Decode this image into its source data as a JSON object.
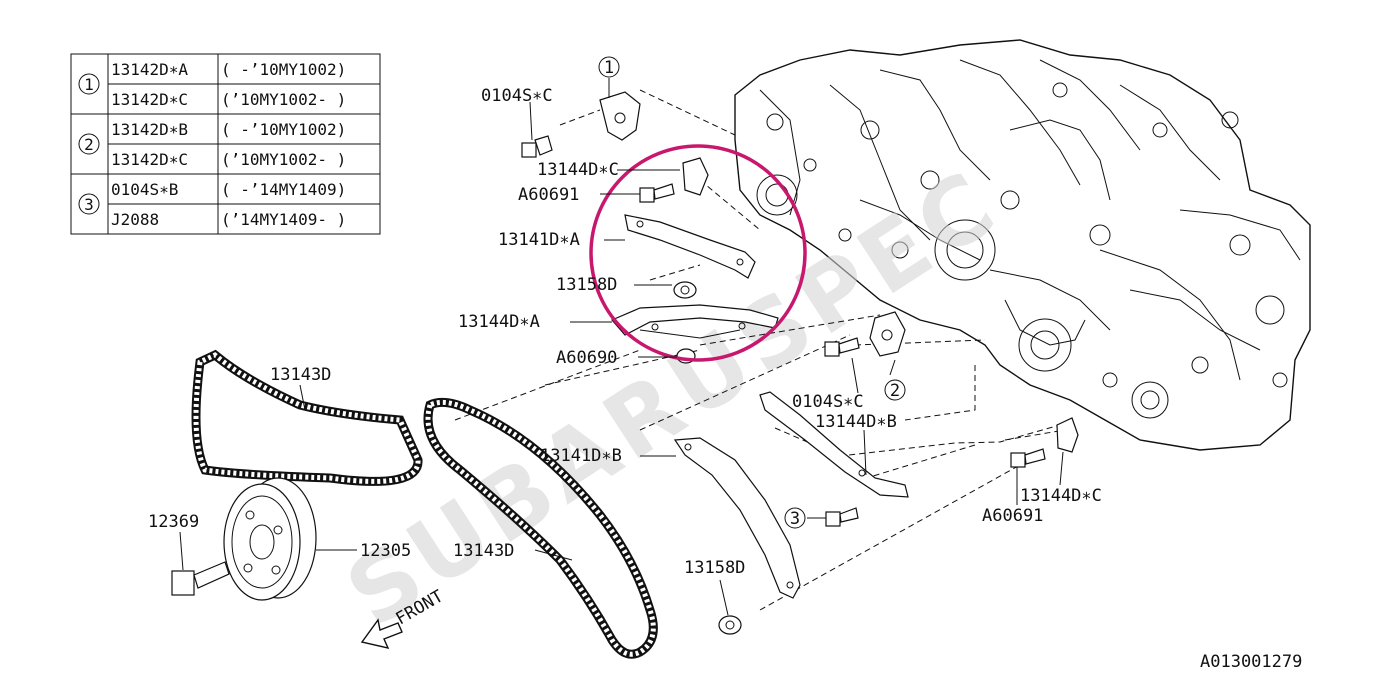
{
  "watermark": "SUBARUSPEC",
  "diagram_id": "A013001279",
  "front_label": "FRONT",
  "table": {
    "groups": [
      {
        "marker": "1",
        "rows": [
          {
            "part": "13142D∗A",
            "range": "( -’10MY1002)"
          },
          {
            "part": "13142D∗C",
            "range": "(’10MY1002- )"
          }
        ]
      },
      {
        "marker": "2",
        "rows": [
          {
            "part": "13142D∗B",
            "range": "( -’10MY1002)"
          },
          {
            "part": "13142D∗C",
            "range": "(’10MY1002- )"
          }
        ]
      },
      {
        "marker": "3",
        "rows": [
          {
            "part": "0104S∗B",
            "range": "( -’14MY1409)"
          },
          {
            "part": "J2088",
            "range": "(’14MY1409- )"
          }
        ]
      }
    ]
  },
  "callouts": {
    "bolt_0104_top": "0104S∗C",
    "tensioner_marker_1": "1",
    "guide_13144_c_top": "13144D∗C",
    "bolt_a60691_top": "A60691",
    "guide_13141_a": "13141D∗A",
    "bolt_13158_top": "13158D",
    "guide_13144_a": "13144D∗A",
    "bolt_a60690": "A60690",
    "chain_13143_left": "13143D",
    "bolt_12369": "12369",
    "pulley_12305": "12305",
    "chain_13143_right": "13143D",
    "guide_13141_b": "13141D∗B",
    "bolt_13158_bottom": "13158D",
    "bolt_0104_mid": "0104S∗C",
    "tensioner_marker_2": "2",
    "guide_13144_b": "13144D∗B",
    "bolt_marker_3": "3",
    "bolt_a60691_bottom": "A60691",
    "guide_13144_c_bottom": "13144D∗C"
  },
  "colors": {
    "highlight_circle": "#c8186e",
    "line": "#111111",
    "watermark": "#d2d2d2"
  }
}
